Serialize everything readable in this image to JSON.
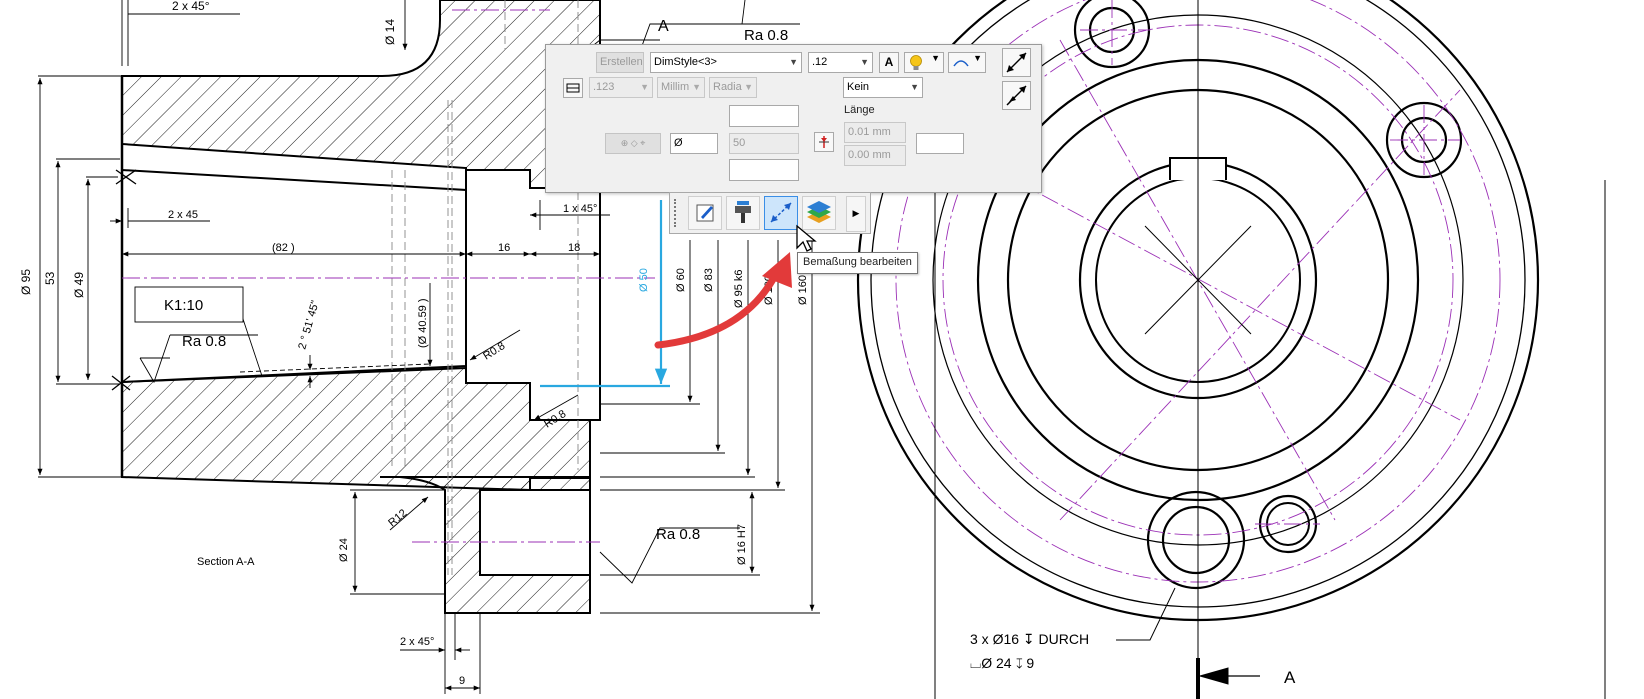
{
  "drawing": {
    "section_label": "Section A-A",
    "section_marker": "A",
    "section_marker_bottom": "A",
    "taper_note": "K1:10",
    "dims": {
      "chamfer_top": "2 x 45°",
      "d14": "Ø 14",
      "d95": "Ø 95",
      "d53": "53",
      "d49": "Ø 49",
      "chamfer_2x45": "2 x 45",
      "len82": "(82 )",
      "len16": "16",
      "len18": "18",
      "chamfer_1x45": "1 x 45°",
      "d4059": "(Ø 40.59 )",
      "angle": "2 ° 51' 45\"",
      "r08_a": "R0.8",
      "r08_b": "R0.8",
      "d50": "Ø 50",
      "d60": "Ø 60",
      "d83": "Ø 83",
      "d95k6": "Ø 95 k6",
      "d100": "Ø 100",
      "d160": "Ø 160",
      "r12": "R12",
      "d24": "Ø 24",
      "d16h7": "Ø 16 H7",
      "chamfer_bottom": "2 x 45°",
      "len9": "9"
    },
    "roughness": {
      "top": "Ra 0.8",
      "left": "Ra 0.8",
      "bottom": "Ra 0.8"
    },
    "hole_note_line1": "3 x Ø16 ↧ DURCH",
    "hole_note_line2": "⌴Ø 24 ↧ 9"
  },
  "dim_toolbar": {
    "create_button": "Erstellen",
    "dimstyle_value": "DimStyle<3>",
    "precision_value": ".12",
    "format_value": ".123",
    "units_value": "Millim",
    "angle_units_value": "Radia",
    "none_select_value": "Kein",
    "length_label": "Länge",
    "prefix_value": "Ø",
    "value_field": "50",
    "tol_upper": "0.01 mm",
    "tol_lower": "0.00 mm",
    "symbol_button": "⊕ ◇ ⌖"
  },
  "command_bar": {
    "tooltip": "Bemaßung bearbeiten"
  },
  "colors": {
    "highlight_dim": "#29a8e0",
    "centerline": "#9b30b6",
    "arrow_red": "#e23a3a"
  }
}
